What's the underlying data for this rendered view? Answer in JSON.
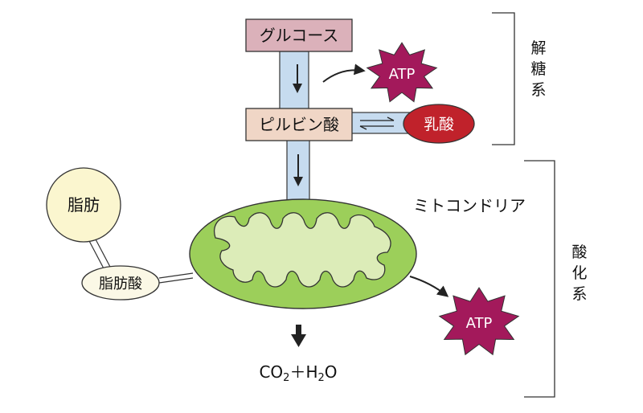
{
  "nodes": {
    "glucose": "グルコース",
    "pyruvate": "ピルビン酸",
    "lactate": "乳酸",
    "fat": "脂肪",
    "fatty_acid": "脂肪酸",
    "mitochondria": "ミトコンドリア",
    "atp_top": "ATP",
    "atp_bottom": "ATP"
  },
  "products": {
    "co2": "CO",
    "co2_sub": "2",
    "plus": "＋",
    "h": "H",
    "h_sub": "2",
    "o": "O"
  },
  "systems": {
    "glycolysis": [
      "解",
      "糖",
      "系"
    ],
    "oxidative": [
      "酸",
      "化",
      "系"
    ]
  },
  "colors": {
    "glucose_fill": "#dbb1ba",
    "pyruvate_fill": "#f0d6c6",
    "lactate_fill": "#c0222b",
    "channel_fill": "#c6dbef",
    "atp_fill": "#a3195b",
    "fat_fill": "#fbf6cf",
    "fatty_acid_fill": "#fbf8e6",
    "mito_outer": "#9ccf5a",
    "mito_inner": "#dcecb8"
  }
}
